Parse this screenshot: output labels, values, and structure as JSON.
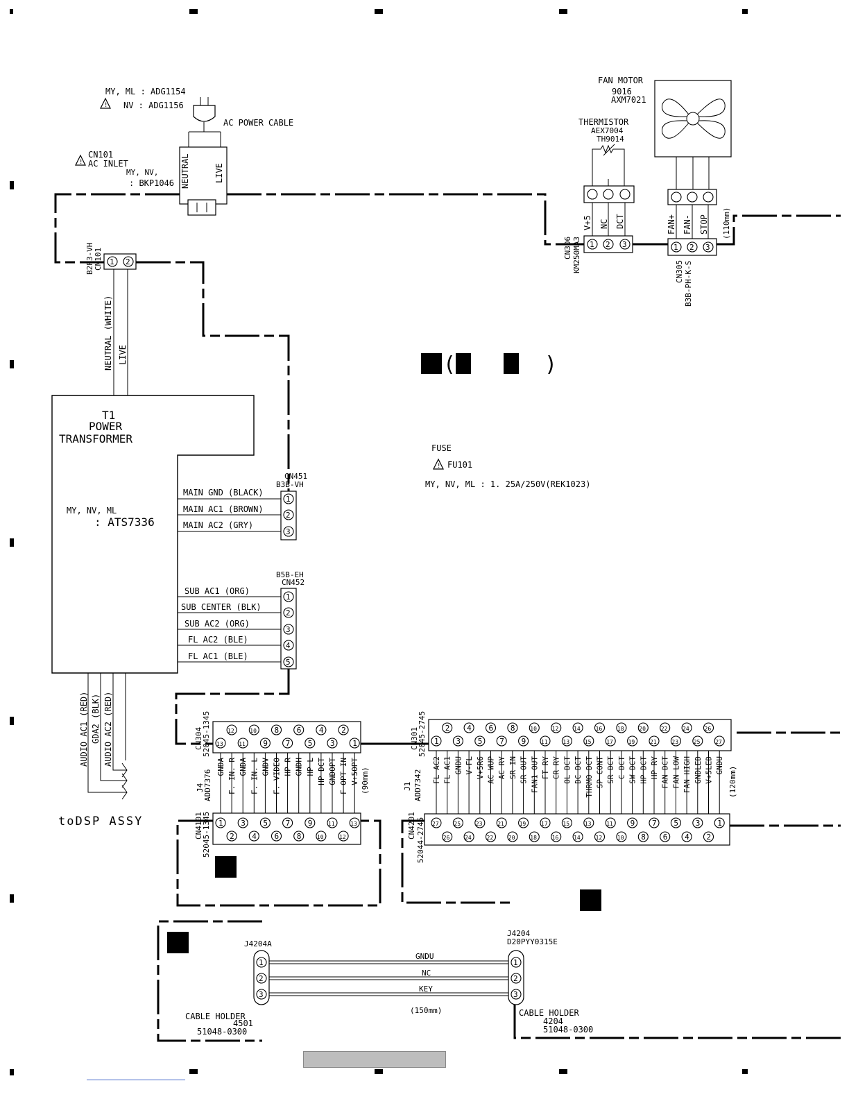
{
  "title_marks": "(",
  "title_marks_close": ")",
  "ac_cable": {
    "line1": "MY, ML : ADG1154",
    "line2": "NV : ADG1156",
    "label": "AC POWER CABLE",
    "neutral": "NEUTRAL",
    "live": "LIVE"
  },
  "ac_inlet": {
    "ref": "CN101",
    "name": "AC INLET",
    "models": "MY, NV,",
    "part": ": BKP1046"
  },
  "cn101": {
    "type": "B2P3-VH",
    "ref": "CN101",
    "pins": [
      "1",
      "2"
    ],
    "wire1": "NEUTRAL (WHITE)",
    "wire2": "LIVE"
  },
  "transformer": {
    "ref": "T1",
    "line1": "POWER",
    "line2": "TRANSFORMER",
    "models": "MY, NV, ML",
    "part": ": ATS7336"
  },
  "cn451": {
    "ref": "CN451",
    "type": "B3B-VH",
    "pins": [
      "1",
      "2",
      "3"
    ],
    "wires": [
      "MAIN GND (BLACK)",
      "MAIN AC1 (BROWN)",
      "MAIN AC2 (GRY)"
    ]
  },
  "cn452": {
    "type": "B5B-EH",
    "ref": "CN452",
    "pins": [
      "1",
      "2",
      "3",
      "4",
      "5"
    ],
    "wires": [
      "SUB AC1 (ORG)",
      "SUB CENTER (BLK)",
      "SUB AC2 (ORG)",
      "FL AC2 (BLE)",
      "FL AC1 (BLE)"
    ]
  },
  "audio_wires": [
    "AUDIO AC1 (RED)",
    "GDA2 (BLK)",
    "AUDIO AC2 (RED)"
  ],
  "to_dsp": "toDSP ASSY",
  "fan": {
    "label": "FAN MOTOR",
    "ref": "9016",
    "part": "AXM7021"
  },
  "thermistor": {
    "label": "THERMISTOR",
    "part": "AEX7004",
    "ref": "TH9014"
  },
  "cn306": {
    "ref": "CN306",
    "type": "KM250MA3",
    "pins": [
      "1",
      "2",
      "3"
    ],
    "signals": [
      "V+5",
      "NC",
      "DCT"
    ]
  },
  "cn305": {
    "ref": "CN305",
    "type": "B3B-PH-K-S",
    "pins": [
      "1",
      "2",
      "3"
    ],
    "signals": [
      "FAN+",
      "FAN-",
      "STOP"
    ],
    "length": "(110mm)"
  },
  "fuse": {
    "label": "FUSE",
    "ref": "FU101",
    "spec": "MY, NV, ML  : 1. 25A/250V(REK1023)"
  },
  "cn304": {
    "ref": "CN304",
    "type": "52045-1345",
    "top_pins": [
      "13",
      "11",
      "9",
      "7",
      "5",
      "3",
      "1"
    ],
    "top_pins_upper": [
      "12",
      "10",
      "8",
      "6",
      "4",
      "2"
    ]
  },
  "j4": {
    "ref": "J4",
    "part": "ADD7376",
    "signals": [
      "GNDA",
      "F. IN. R",
      "GNDA",
      "F. IN. L",
      "GNDV",
      "F. VIDEO",
      "HP R",
      "GNDH",
      "HP L",
      "HP DCT",
      "GNDOPT",
      "F OPT IN",
      "V+5OPT"
    ],
    "length": "(90mm)"
  },
  "cn4101": {
    "ref": "CN4101",
    "type": "52045-1345",
    "pins": [
      "1",
      "3",
      "5",
      "7",
      "9",
      "11",
      "13"
    ],
    "pins_lower": [
      "2",
      "4",
      "6",
      "8",
      "10",
      "12"
    ]
  },
  "cn301": {
    "ref": "CN301",
    "type": "52045-2745",
    "pins": [
      "1",
      "3",
      "5",
      "7",
      "9",
      "11",
      "13",
      "15",
      "17",
      "19",
      "21",
      "23",
      "25",
      "27"
    ],
    "pins_upper": [
      "2",
      "4",
      "6",
      "8",
      "10",
      "12",
      "14",
      "16",
      "18",
      "20",
      "22",
      "24",
      "26"
    ]
  },
  "j1": {
    "ref": "J1",
    "part": "ADD7342",
    "signals": [
      "FL AC2",
      "FL AC1",
      "GNDU",
      "V-FL",
      "V+5R6",
      "AC WUP",
      "AC RY",
      "SR IN",
      "SR OUT",
      "FAN1 OUT",
      "FT RY",
      "CR RY",
      "OL DCT",
      "DC DCT",
      "THRMO DCT",
      "SP CONT",
      "SR DCT",
      "C DCT",
      "SW DCT",
      "HP DCT",
      "HP RY",
      "FAN DCT",
      "FAN LOW",
      "FAN HIGH",
      "GNDLED",
      "V+5LED",
      "GNDU"
    ],
    "length": "(120mm)"
  },
  "cn4201": {
    "ref": "CN4201",
    "type": "52044-2745",
    "pins": [
      "27",
      "25",
      "23",
      "21",
      "19",
      "17",
      "15",
      "13",
      "11",
      "9",
      "7",
      "5",
      "3",
      "1"
    ],
    "pins_lower": [
      "26",
      "24",
      "22",
      "20",
      "18",
      "16",
      "14",
      "12",
      "10",
      "8",
      "6",
      "4",
      "2"
    ]
  },
  "j4204a": {
    "ref": "J4204A",
    "pins": [
      "1",
      "2",
      "3"
    ],
    "holder": "CABLE HOLDER",
    "holder_ref": "4501",
    "holder_part": "51048-0300"
  },
  "j4204": {
    "ref": "J4204",
    "part": "D20PYY0315E",
    "pins": [
      "1",
      "2",
      "3"
    ],
    "holder": "CABLE HOLDER",
    "holder_ref": "4204",
    "holder_part": "51048-0300"
  },
  "cable": {
    "signals": [
      "GNDU",
      "NC",
      "KEY"
    ],
    "length": "(150mm)"
  }
}
